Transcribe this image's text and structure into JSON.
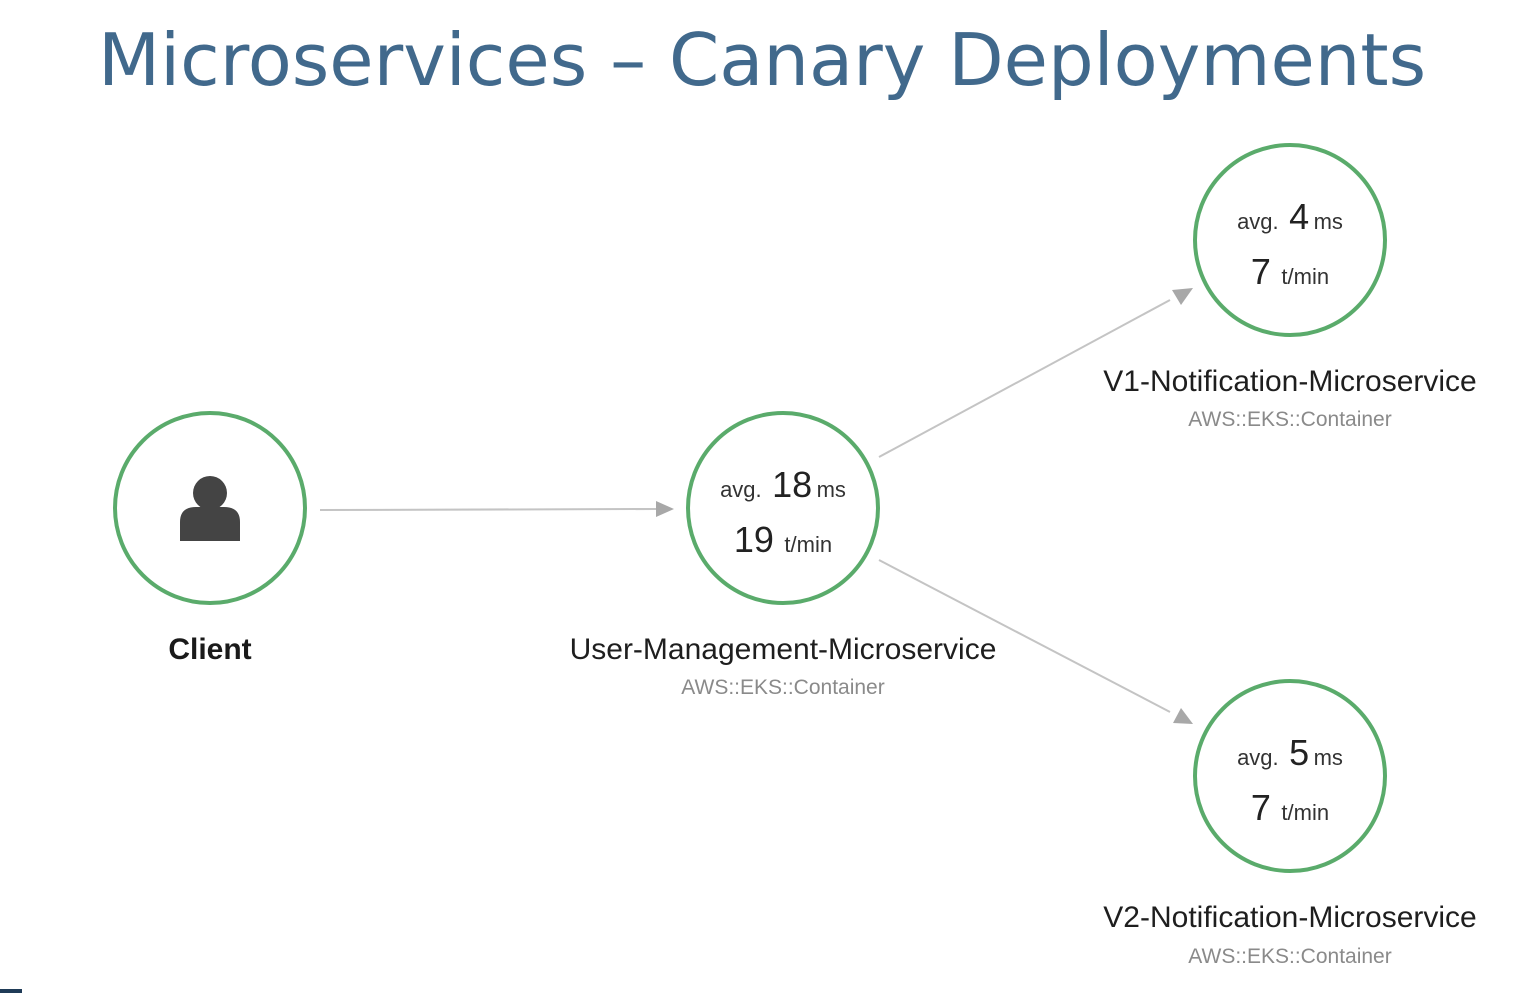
{
  "title": "Microservices – Canary Deployments",
  "colors": {
    "title": "#41698c",
    "node_ring": "#5aab6b",
    "edge": "#c4c4c4",
    "arrow": "#a8a8a8",
    "icon": "#444444"
  },
  "nodes": {
    "client": {
      "name": "Client",
      "icon": "person-icon"
    },
    "user_mgmt": {
      "avg_prefix": "avg.",
      "avg_value": "18",
      "avg_unit": "ms",
      "rate_value": "19",
      "rate_unit": "t/min",
      "name": "User-Management-Microservice",
      "type": "AWS::EKS::Container"
    },
    "v1": {
      "avg_prefix": "avg.",
      "avg_value": "4",
      "avg_unit": "ms",
      "rate_value": "7",
      "rate_unit": "t/min",
      "name": "V1-Notification-Microservice",
      "type": "AWS::EKS::Container"
    },
    "v2": {
      "avg_prefix": "avg.",
      "avg_value": "5",
      "avg_unit": "ms",
      "rate_value": "7",
      "rate_unit": "t/min",
      "name": "V2-Notification-Microservice",
      "type": "AWS::EKS::Container"
    }
  }
}
